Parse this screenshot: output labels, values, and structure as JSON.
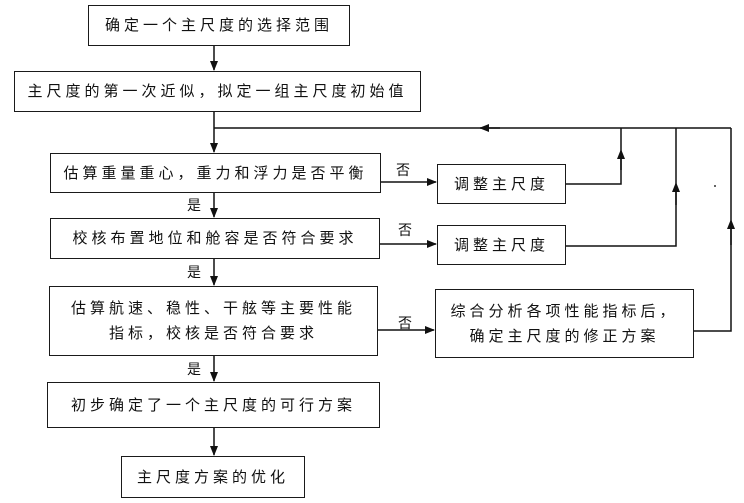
{
  "flowchart": {
    "steps": {
      "select_range": "确定一个主尺度的选择范围",
      "first_approx": "主尺度的第一次近似，拟定一组主尺度初始值",
      "balance_check": "估算重量重心，重力和浮力是否平衡",
      "layout_check": "校核布置地位和舱容是否符合要求",
      "performance_check_line1": "估算航速、稳性、干舷等主要性能",
      "performance_check_line2": "指标，校核是否符合要求",
      "feasible_plan": "初步确定了一个主尺度的可行方案",
      "optimization": "主尺度方案的优化"
    },
    "adjust_boxes": {
      "adjust_1": "调整主尺度",
      "adjust_2": "调整主尺度",
      "revise_line1": "综合分析各项性能指标后，",
      "revise_line2": "确定主尺度的修正方案"
    },
    "labels": {
      "yes_1": "是",
      "yes_2": "是",
      "yes_3": "是",
      "no_1": "否",
      "no_2": "否",
      "no_3": "否"
    }
  }
}
